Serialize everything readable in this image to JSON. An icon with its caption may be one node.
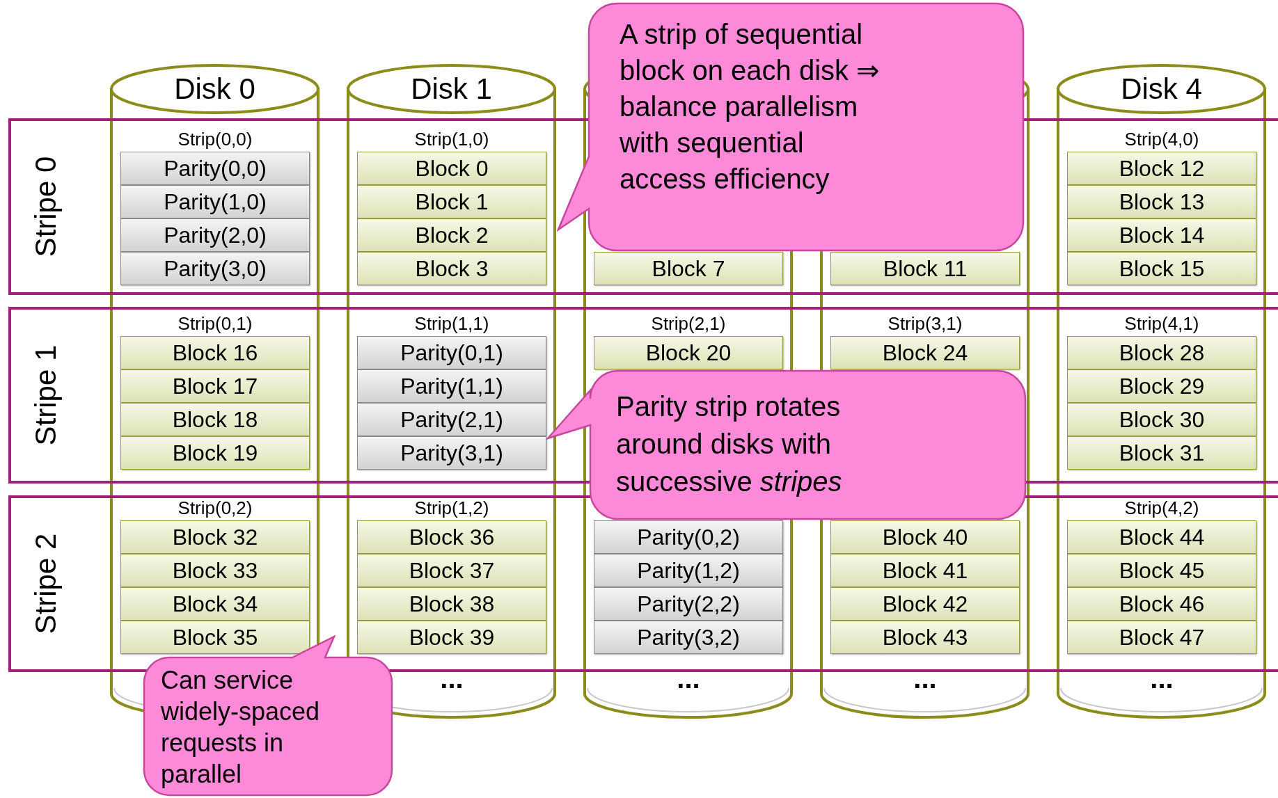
{
  "diagram": {
    "nodes": [
      {
        "text": [
          "Disk 0"
        ]
      },
      {
        "text": [
          "Disk 1"
        ]
      },
      {
        "text": [],
        "shape": "cylinder"
      },
      {
        "text": [],
        "shape": "cylinder"
      },
      {
        "text": [
          "Disk 4"
        ]
      },
      {
        "text": [
          "Stripe 0"
        ]
      },
      {
        "text": [
          "Stripe 1"
        ]
      },
      {
        "text": [
          "Stripe 2"
        ]
      },
      {
        "text": [
          "Parity(0,0)"
        ]
      },
      {
        "text": [
          "Block 0"
        ]
      },
      {
        "text": [
          "Block 12"
        ]
      },
      {
        "text": [
          "Parity(1,0)"
        ]
      },
      {
        "text": [
          "Block 1"
        ]
      },
      {
        "text": [
          "Block 13"
        ]
      },
      {
        "text": [
          "Parity(2,0)"
        ]
      },
      {
        "text": [
          "Block 2"
        ]
      },
      {
        "text": [
          "Block 14"
        ]
      },
      {
        "text": [
          "Parity(3,0)"
        ]
      },
      {
        "text": [
          "Block 3"
        ]
      },
      {
        "text": [
          "Block 7"
        ]
      },
      {
        "text": [
          "Block 11"
        ]
      },
      {
        "text": [
          "Block 15"
        ]
      },
      {
        "text": [
          "Block 16"
        ]
      },
      {
        "text": [
          "Parity(0,1)"
        ]
      },
      {
        "text": [
          "Block 20"
        ]
      },
      {
        "text": [
          "Block 24"
        ]
      },
      {
        "text": [
          "Block 28"
        ]
      },
      {
        "text": [
          "Block 17"
        ]
      },
      {
        "text": [
          "Parity(1,1)"
        ]
      },
      {
        "text": [
          "Block 29"
        ]
      },
      {
        "text": [
          "Block 18"
        ]
      },
      {
        "text": [
          "Parity(2,1)"
        ]
      },
      {
        "text": [
          "Block 30"
        ]
      },
      {
        "text": [
          "Block 19"
        ]
      },
      {
        "text": [
          "Parity(3,1)"
        ]
      },
      {
        "text": [
          "Block 31"
        ]
      },
      {
        "text": [
          "Block 32"
        ]
      },
      {
        "text": [
          "Block 36"
        ]
      },
      {
        "text": [
          "Parity(0,2)"
        ]
      },
      {
        "text": [
          "Block 40"
        ]
      },
      {
        "text": [
          "Block 44"
        ]
      },
      {
        "text": [
          "Block 33"
        ]
      },
      {
        "text": [
          "Block 37"
        ]
      },
      {
        "text": [
          "Parity(1,2)"
        ]
      },
      {
        "text": [
          "Block 41"
        ]
      },
      {
        "text": [
          "Block 45"
        ]
      },
      {
        "text": [
          "Block 34"
        ]
      },
      {
        "text": [
          "Block 38"
        ]
      },
      {
        "text": [
          "Parity(2,2)"
        ]
      },
      {
        "text": [
          "Block 42"
        ]
      },
      {
        "text": [
          "Block 46"
        ]
      },
      {
        "text": [
          "Block 35"
        ]
      },
      {
        "text": [
          "Block 39"
        ]
      },
      {
        "text": [
          "Parity(3,2)"
        ]
      },
      {
        "text": [
          "Block 43"
        ]
      },
      {
        "text": [
          "Block 47"
        ]
      },
      {
        "text": [
          "A strip of sequential block on each disk ⇒ balance parallelism with sequential access efficiency"
        ]
      },
      {
        "text": [
          "Parity strip rotates around disks with successive *stripes*"
        ]
      },
      {
        "text": [
          "Can service widely-spaced requests in parallel"
        ]
      }
    ],
    "labels": [
      "Strip(0,0)",
      "Strip(1,0)",
      "Strip(4,0)",
      "Strip(0,1)",
      "Strip(1,1)",
      "Strip(2,1)",
      "Strip(3,1)",
      "Strip(4,1)",
      "Strip(0,2)",
      "Strip(1,2)",
      "Strip(4,2)",
      "...",
      "...",
      "...",
      "..."
    ]
  }
}
